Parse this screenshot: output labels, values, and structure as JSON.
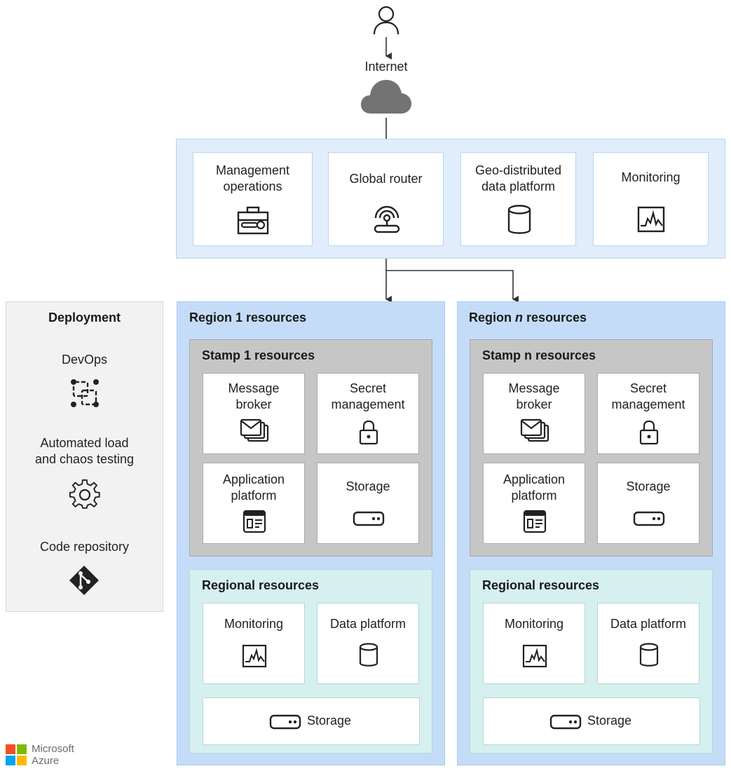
{
  "top": {
    "internet": "Internet"
  },
  "global": {
    "management": "Management\noperations",
    "router": "Global router",
    "geo": "Geo-distributed\ndata platform",
    "monitoring": "Monitoring"
  },
  "deployment": {
    "title": "Deployment",
    "devops": "DevOps",
    "testing": "Automated load\nand chaos testing",
    "repo": "Code repository"
  },
  "region1": {
    "title": "Region 1 resources",
    "stamp_title": "Stamp 1 resources",
    "message": "Message\nbroker",
    "secret": "Secret\nmanagement",
    "app": "Application\nplatform",
    "storage": "Storage",
    "regional_title": "Regional resources",
    "monitoring": "Monitoring",
    "data": "Data platform",
    "regional_storage": "Storage"
  },
  "regionN": {
    "title_prefix": "Region ",
    "title_n": "n",
    "title_suffix": " resources",
    "stamp_title": "Stamp n resources",
    "message": "Message\nbroker",
    "secret": "Secret\nmanagement",
    "app": "Application\nplatform",
    "storage": "Storage",
    "regional_title": "Regional resources",
    "monitoring": "Monitoring",
    "data": "Data platform",
    "regional_storage": "Storage"
  },
  "logo": {
    "line1": "Microsoft",
    "line2": "Azure"
  },
  "colors": {
    "global_bg": "#e1edfb",
    "region_bg": "#c5dcf8",
    "stamp_bg": "#c6c6c6",
    "regional_bg": "#d6f0ef",
    "deploy_bg": "#f2f2f2",
    "logo_red": "#f25022",
    "logo_green": "#7fba00",
    "logo_blue": "#00a4ef",
    "logo_yellow": "#ffb900"
  }
}
